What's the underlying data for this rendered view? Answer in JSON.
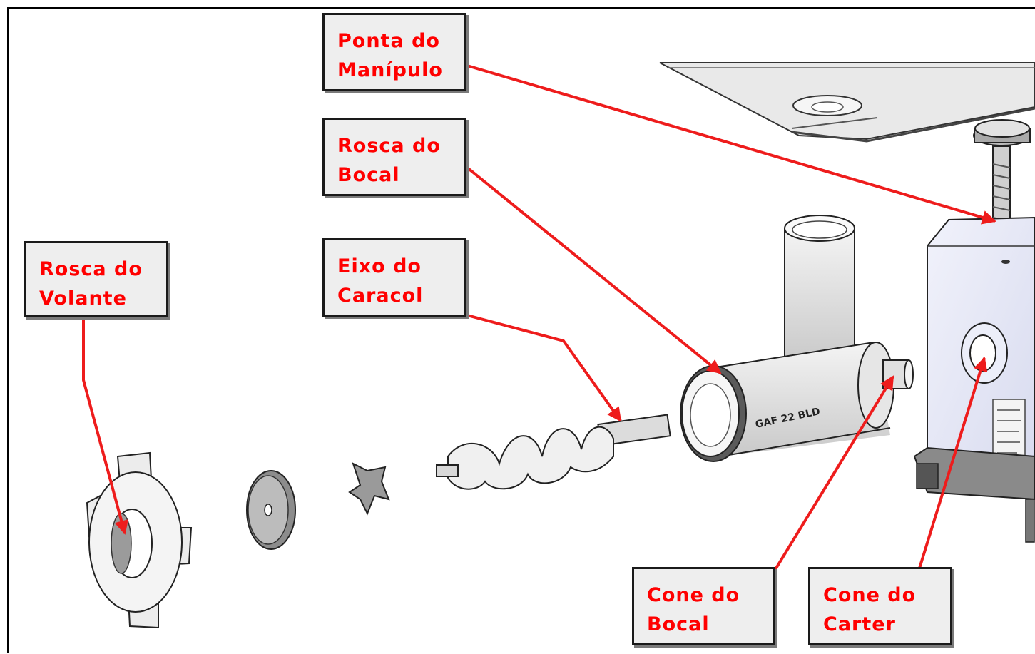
{
  "labels": {
    "ponta_manipulo": {
      "line1": "Ponta do",
      "line2": "Manípulo"
    },
    "rosca_bocal": {
      "line1": "Rosca do",
      "line2": "Bocal"
    },
    "eixo_caracol": {
      "line1": "Eixo do",
      "line2": "Caracol"
    },
    "rosca_volante": {
      "line1": "Rosca do",
      "line2": "Volante"
    },
    "cone_bocal": {
      "line1": "Cone do",
      "line2": "Bocal"
    },
    "cone_carter": {
      "line1": "Cone do",
      "line2": "Carter"
    }
  },
  "body_marking": "GAF 22 BLD",
  "colors": {
    "label_text": "#ff0000",
    "arrow": "#ee1c1c",
    "label_bg": "#eeeeee"
  }
}
